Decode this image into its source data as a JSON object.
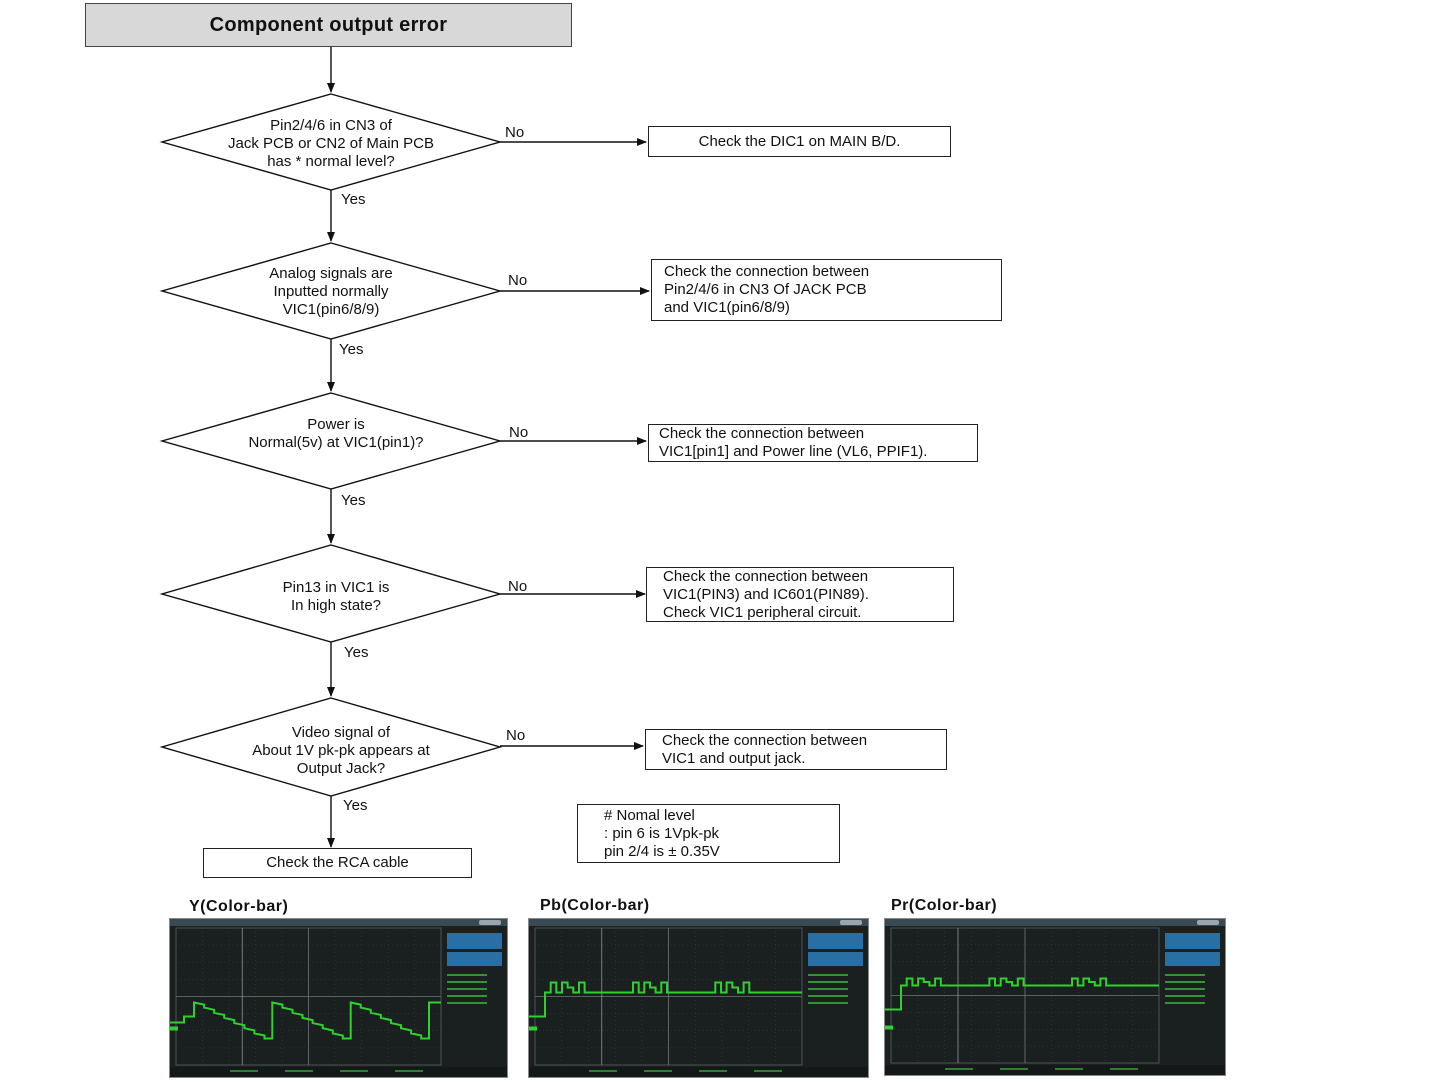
{
  "title": "Component output error",
  "decisions": [
    {
      "lines": [
        "Pin2/4/6 in CN3 of",
        "Jack PCB or CN2 of Main PCB",
        "has * normal level?"
      ],
      "no": "No",
      "yes": "Yes"
    },
    {
      "lines": [
        "Analog signals are",
        "Inputted normally",
        "VIC1(pin6/8/9)"
      ],
      "no": "No",
      "yes": "Yes"
    },
    {
      "lines": [
        "Power is",
        "Normal(5v) at VIC1(pin1)?"
      ],
      "no": "No",
      "yes": "Yes"
    },
    {
      "lines": [
        "Pin13 in VIC1 is",
        "In high state?"
      ],
      "no": "No",
      "yes": "Yes"
    },
    {
      "lines": [
        "Video signal of",
        "About 1V pk-pk appears at",
        "Output Jack?"
      ],
      "no": "No",
      "yes": "Yes"
    }
  ],
  "actions": [
    {
      "lines": [
        "Check the DIC1 on MAIN B/D."
      ]
    },
    {
      "lines": [
        "Check the connection between",
        "Pin2/4/6 in CN3 Of JACK PCB",
        "and VIC1(pin6/8/9)"
      ]
    },
    {
      "lines": [
        "Check the connection between",
        "VIC1[pin1] and Power line (VL6, PPIF1)."
      ]
    },
    {
      "lines": [
        "Check the connection between",
        "VIC1(PIN3) and IC601(PIN89).",
        "Check VIC1 peripheral circuit."
      ]
    },
    {
      "lines": [
        "Check the connection between",
        "VIC1 and output jack."
      ]
    }
  ],
  "final_action": "Check the RCA cable",
  "note": {
    "lines": [
      "# Nomal level",
      ": pin 6 is 1Vpk-pk",
      "pin 2/4 is ± 0.35V"
    ]
  },
  "waveforms": [
    {
      "title": "Y(Color-bar)",
      "trace": "sawtooth"
    },
    {
      "title": "Pb(Color-bar)",
      "trace": "steps"
    },
    {
      "title": "Pr(Color-bar)",
      "trace": "steps-low"
    }
  ],
  "colors": {
    "trace": "#2ed12e",
    "screen": "#1a1f1f",
    "title_fill": "#d8d8d8"
  }
}
